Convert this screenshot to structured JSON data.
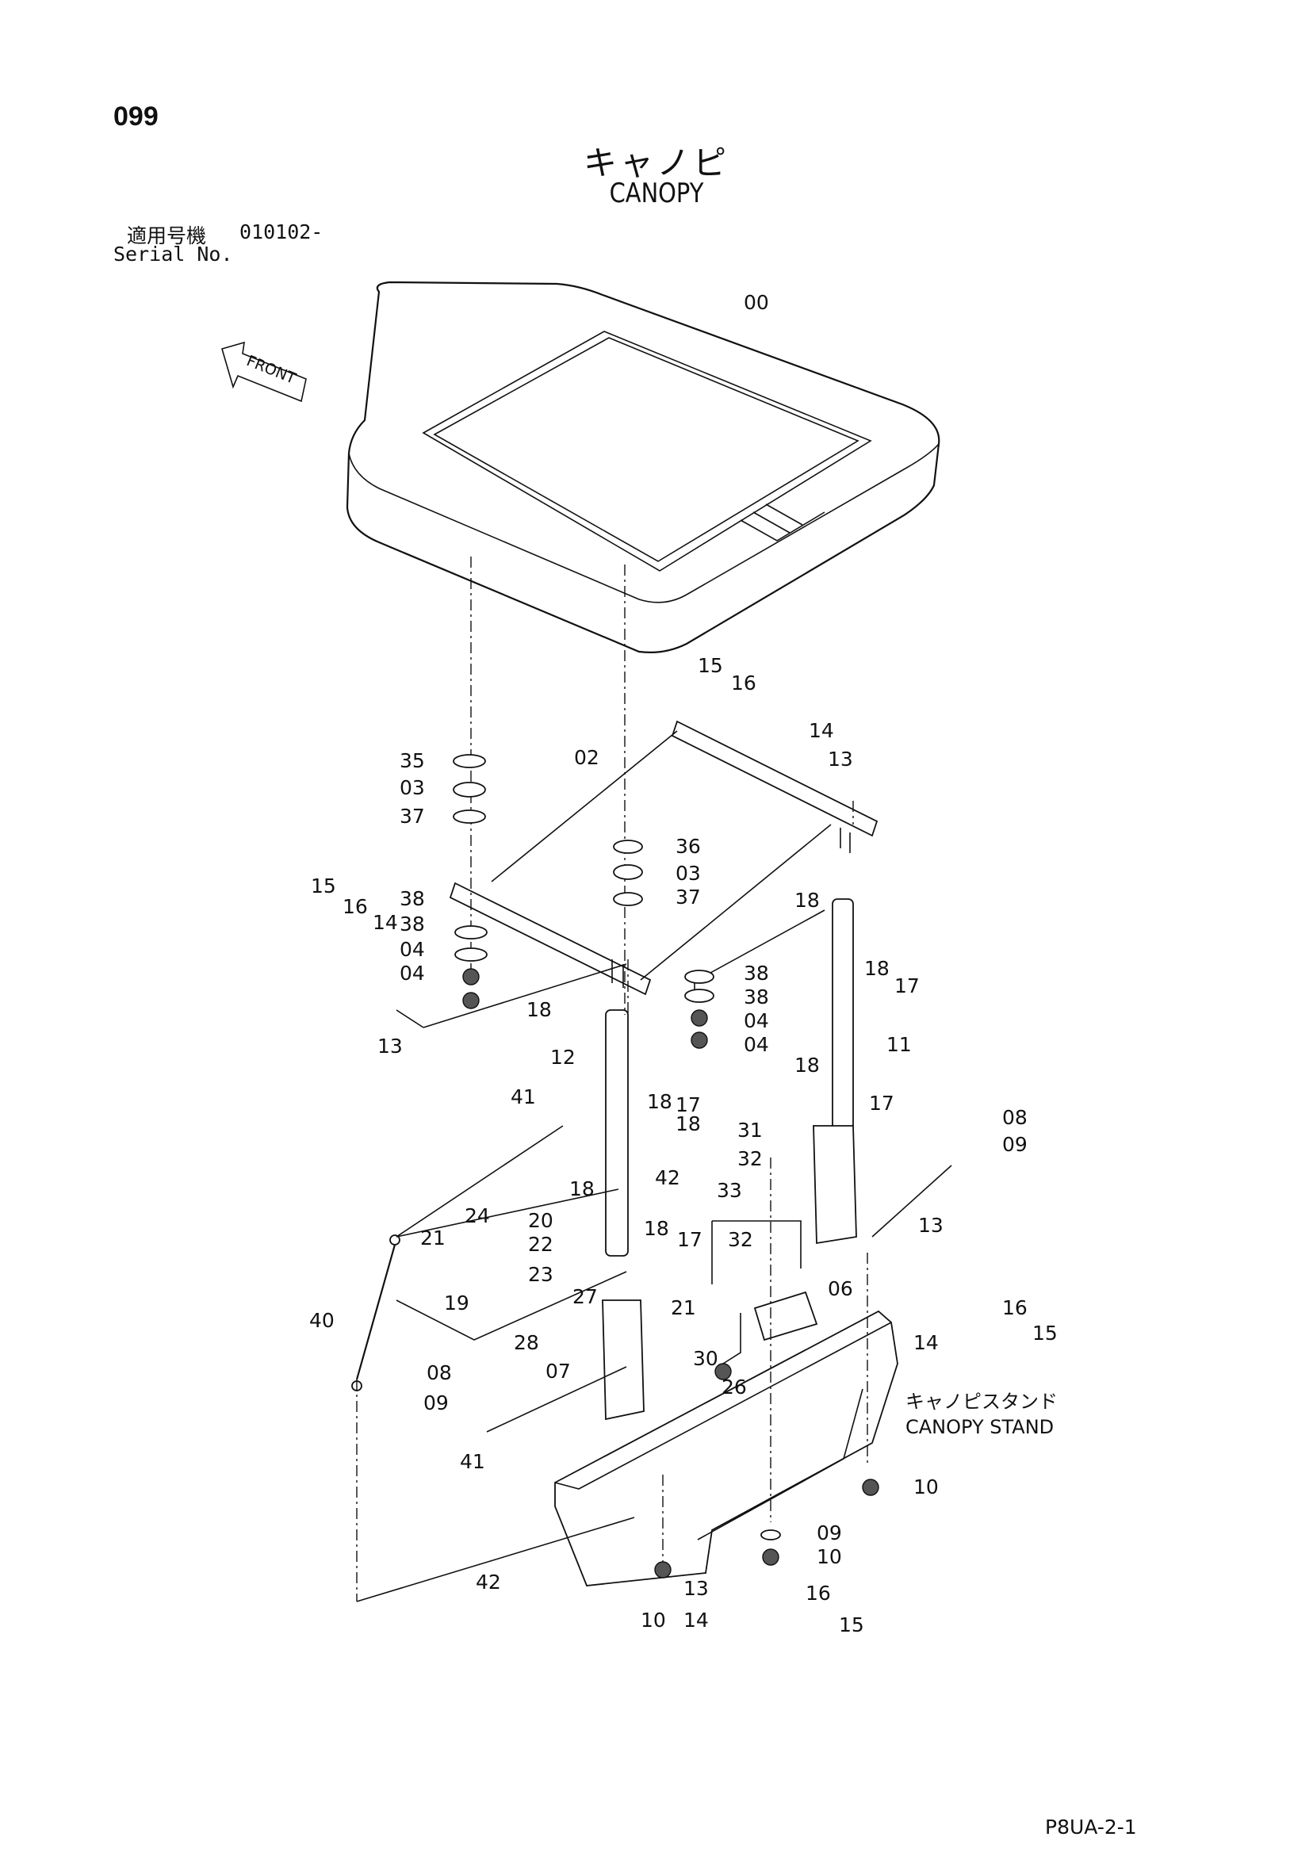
{
  "page_number": "099",
  "title_jp": "キャノピ",
  "title_en": "CANOPY",
  "serial_label_jp": "適用号機",
  "serial_value": "010102-",
  "serial_label_en": "Serial No.",
  "front_label": "FRONT",
  "sub_assembly_jp": "キャノピスタンド",
  "sub_assembly_en": "CANOPY STAND",
  "footer_code": "P8UA-2-1",
  "callouts": [
    "00",
    "15",
    "16",
    "14",
    "13",
    "02",
    "35",
    "03",
    "37",
    "36",
    "03",
    "37",
    "15",
    "16",
    "14",
    "38",
    "38",
    "04",
    "04",
    "38",
    "38",
    "04",
    "04",
    "13",
    "18",
    "18",
    "18",
    "17",
    "12",
    "11",
    "18",
    "17",
    "41",
    "18",
    "18",
    "17",
    "08",
    "09",
    "31",
    "32",
    "42",
    "33",
    "13",
    "18",
    "24",
    "20",
    "21",
    "22",
    "18",
    "17",
    "19",
    "23",
    "32",
    "27",
    "21",
    "06",
    "40",
    "28",
    "16",
    "15",
    "14",
    "07",
    "08",
    "30",
    "09",
    "26",
    "41",
    "10",
    "09",
    "10",
    "42",
    "13",
    "16",
    "10",
    "14",
    "15"
  ]
}
